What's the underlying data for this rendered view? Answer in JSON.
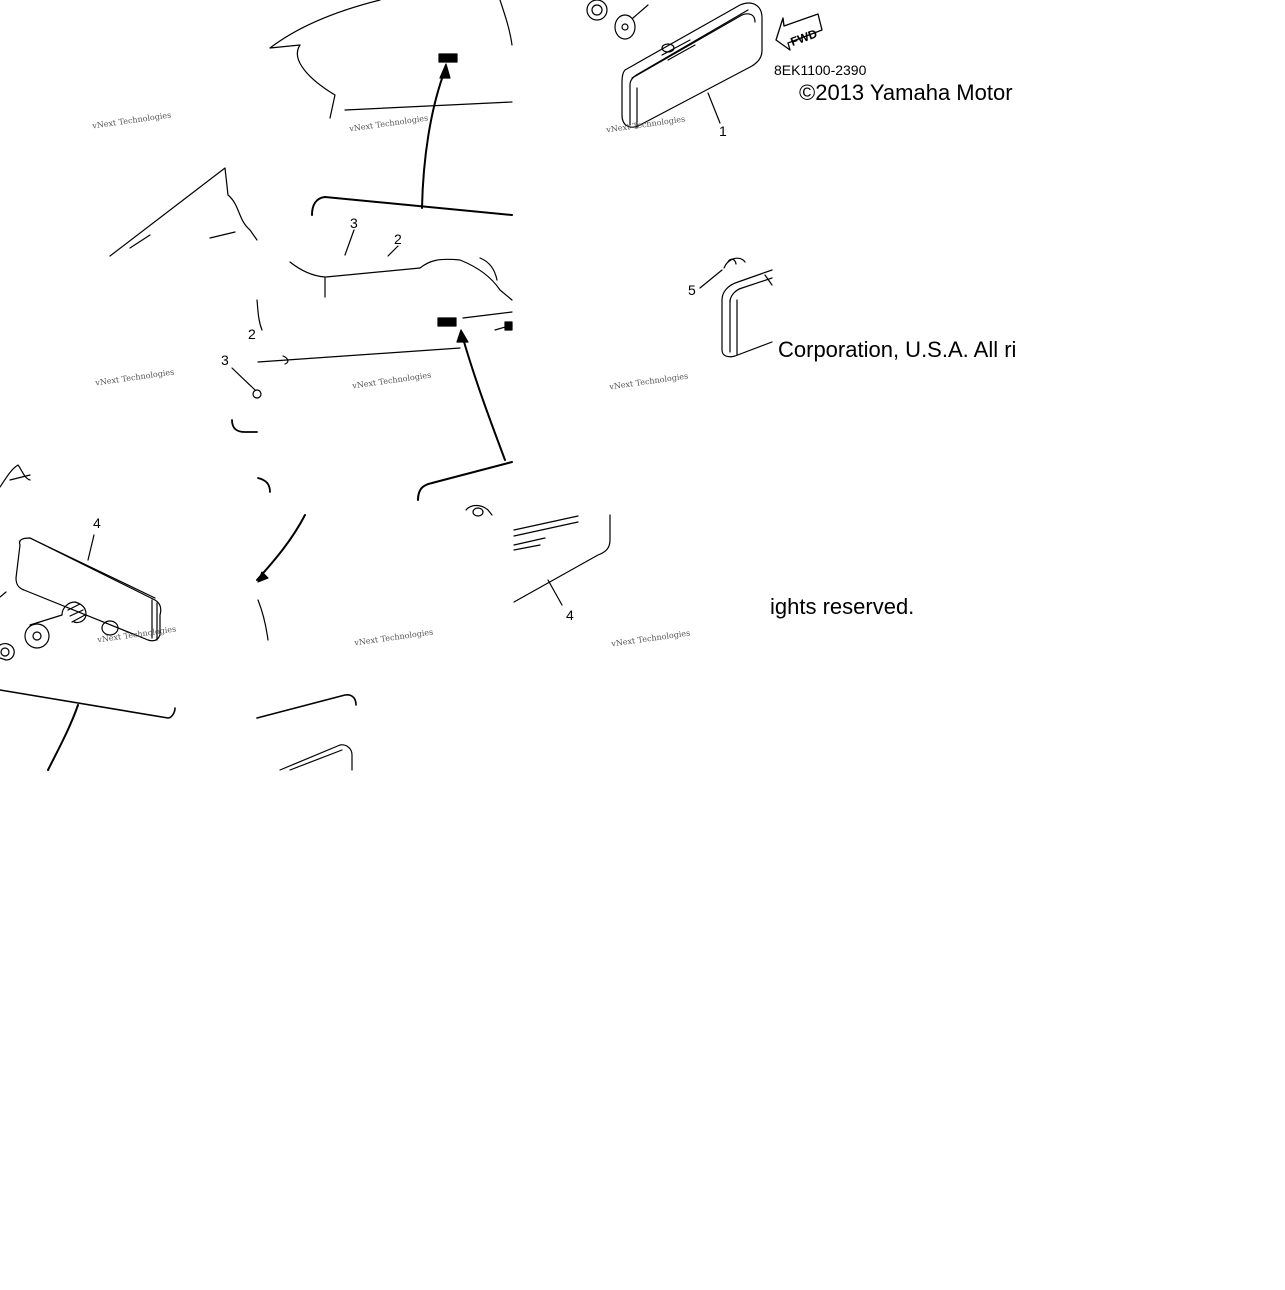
{
  "diagram": {
    "part_code": "8EK1100-2390",
    "fwd_label": "FWD",
    "copyright": {
      "line1": "©2013 Yamaha Motor",
      "line2": "Corporation, U.S.A. All ri",
      "line3": "ights reserved."
    },
    "callouts": {
      "c1": "1",
      "c2a": "2",
      "c2b": "2",
      "c3a": "3",
      "c3b": "3",
      "c4a": "4",
      "c4b": "4",
      "c5": "5"
    },
    "watermark": "vNext Technologies",
    "line_color": "#000000"
  }
}
